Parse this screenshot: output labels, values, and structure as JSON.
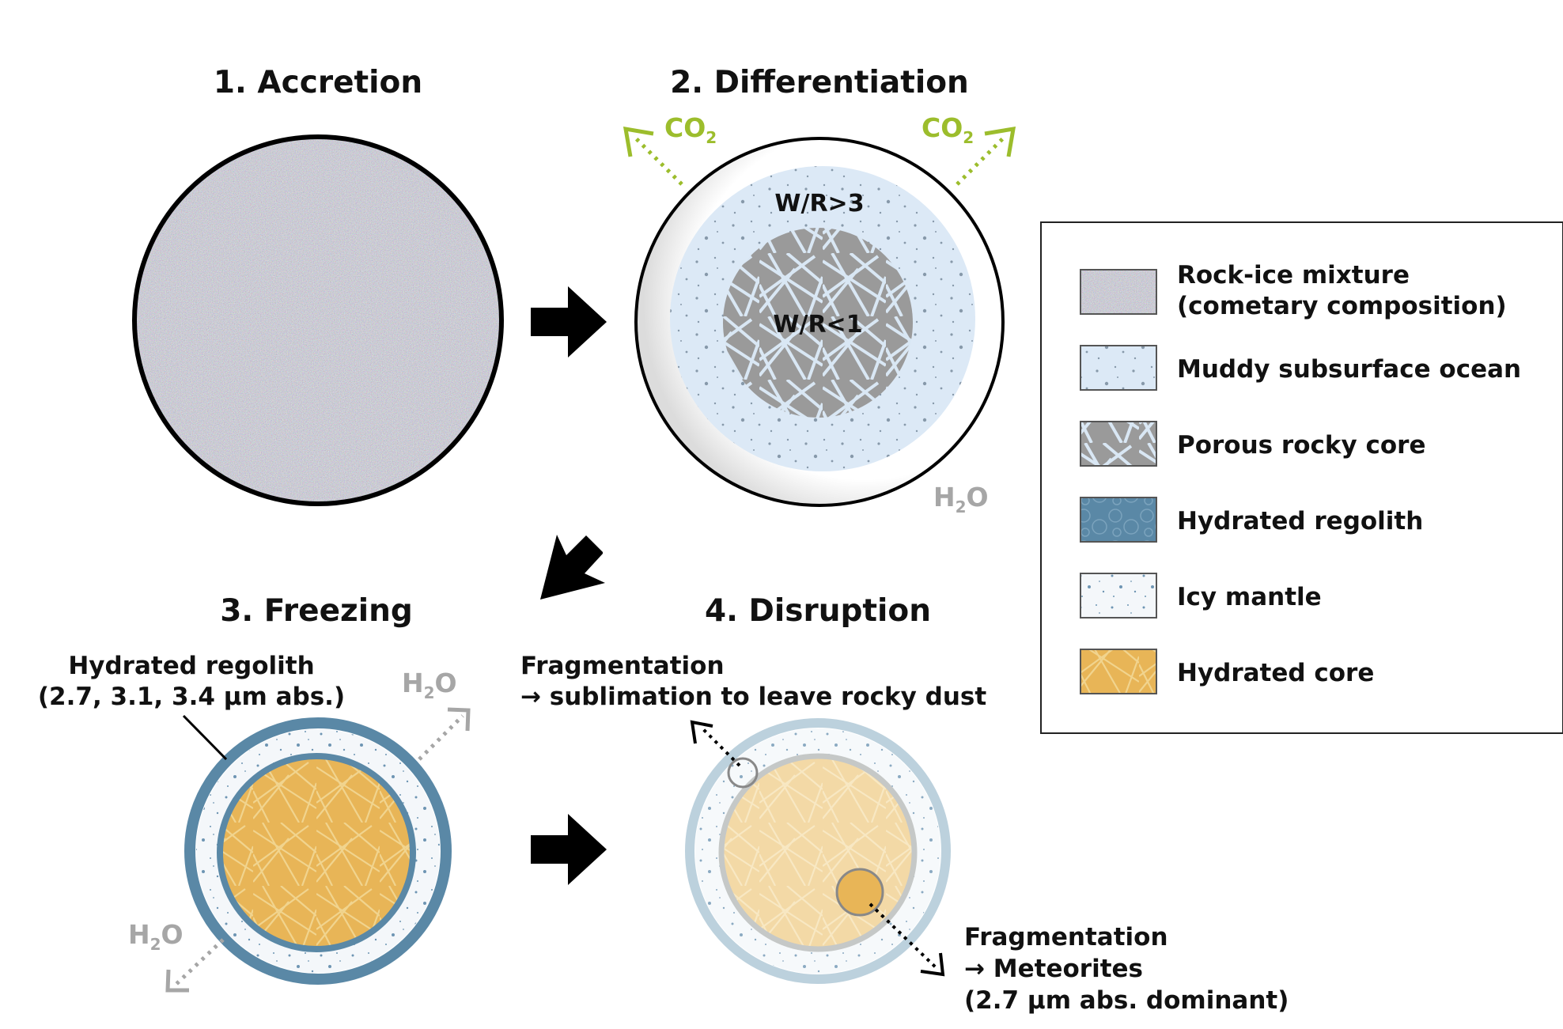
{
  "stages": {
    "accretion": "1. Accretion",
    "differentiation": "2. Differentiation",
    "freezing": "3. Freezing",
    "disruption": "4. Disruption"
  },
  "differentiation": {
    "co2_left": "CO",
    "co2_left_sub": "2",
    "co2_right": "CO",
    "co2_right_sub": "2",
    "h2o": "H",
    "h2o_sub": "2",
    "h2o_tail": "O",
    "wr_ocean": "W/R>3",
    "wr_core": "W/R<1"
  },
  "freezing": {
    "regolith_line1": "Hydrated regolith",
    "regolith_line2": "(2.7, 3.1, 3.4 μm abs.)",
    "h2o_upper": "H",
    "h2o_upper_sub": "2",
    "h2o_upper_tail": "O",
    "h2o_lower": "H",
    "h2o_lower_sub": "2",
    "h2o_lower_tail": "O"
  },
  "disruption": {
    "frag_top_line1": "Fragmentation",
    "frag_top_line2": "→ sublimation to leave rocky dust",
    "frag_bottom_line1": "Fragmentation",
    "frag_bottom_line2": "→ Meteorites",
    "frag_bottom_line3": "(2.7 μm abs. dominant)"
  },
  "legend": {
    "items": [
      {
        "line1": "Rock-ice mixture",
        "line2": "(cometary composition)",
        "swatch": "rock-ice"
      },
      {
        "line1": "Muddy subsurface ocean",
        "line2": "",
        "swatch": "muddy-ocean"
      },
      {
        "line1": "Porous rocky core",
        "line2": "",
        "swatch": "porous-core"
      },
      {
        "line1": "Hydrated regolith",
        "line2": "",
        "swatch": "hydrated-regolith"
      },
      {
        "line1": "Icy mantle",
        "line2": "",
        "swatch": "icy-mantle"
      },
      {
        "line1": "Hydrated core",
        "line2": "",
        "swatch": "hydrated-core"
      }
    ]
  },
  "colors": {
    "co2": "#9cbd2c",
    "h2o": "#a6a6a6",
    "ocean": "#dce9f6",
    "rocky_core": "#9a9a9a",
    "regolith": "#5a88a6",
    "icy_mantle": "#f4f7fa",
    "hydrated_core": "#e8b557"
  }
}
